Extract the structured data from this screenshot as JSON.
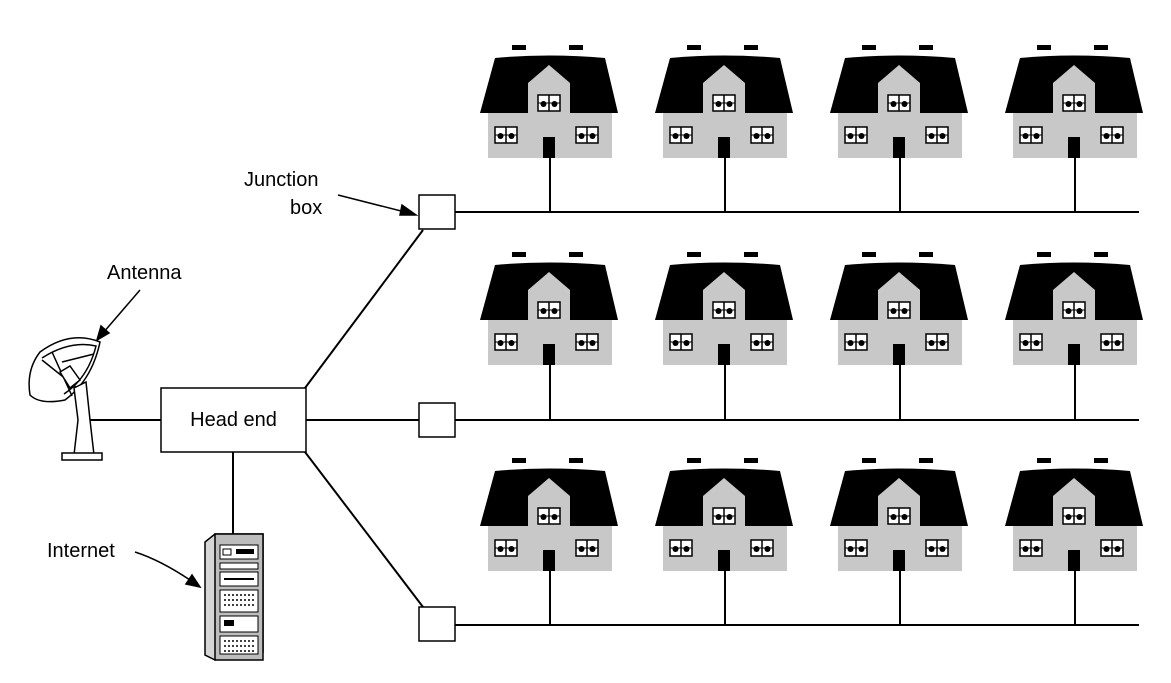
{
  "labels": {
    "junction_box_line1": "Junction",
    "junction_box_line2": "box",
    "antenna": "Antenna",
    "head_end": "Head end",
    "internet": "Internet"
  },
  "colors": {
    "roof": "#000000",
    "wall": "#c8c8c8",
    "line": "#000000",
    "server": "#bdbdbd"
  },
  "houses_per_street": 4,
  "streets": 3
}
